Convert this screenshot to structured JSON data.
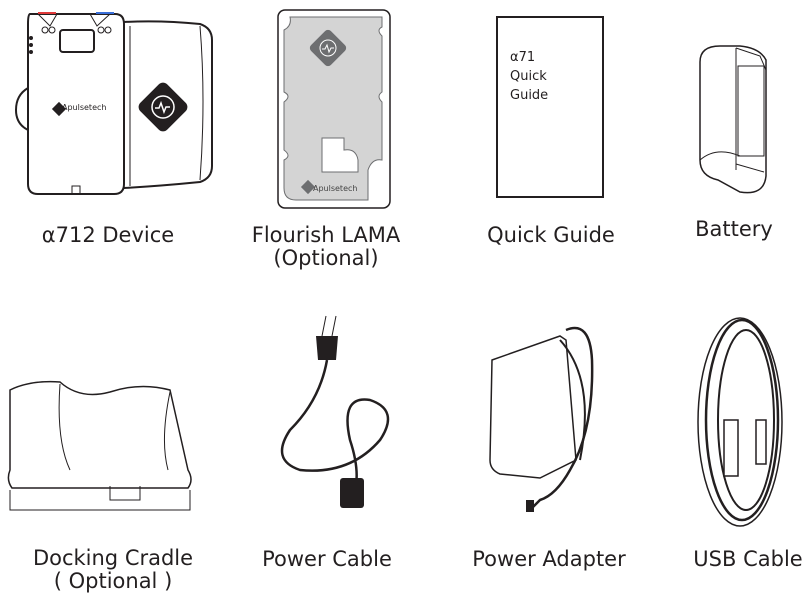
{
  "items": [
    {
      "label": "α712 Device",
      "sublabel": "",
      "brand": "Apulsetech"
    },
    {
      "label": "Flourish LAMA",
      "sublabel": "(Optional)",
      "brand": "Apulsetech"
    },
    {
      "label": "Quick Guide",
      "sublabel": "",
      "cover_text": [
        "α71",
        "Quick",
        "Guide"
      ]
    },
    {
      "label": "Battery",
      "sublabel": ""
    },
    {
      "label": "Docking Cradle",
      "sublabel": "( Optional )"
    },
    {
      "label": "Power Cable",
      "sublabel": ""
    },
    {
      "label": "Power Adapter",
      "sublabel": ""
    },
    {
      "label": "USB Cable",
      "sublabel": ""
    }
  ],
  "colors": {
    "line": "#231f20",
    "lama_fill": "#d4d4d4",
    "logo_fill": "#6d6e70",
    "led_red": "#e03a3a",
    "led_blue": "#3a6fd8"
  }
}
